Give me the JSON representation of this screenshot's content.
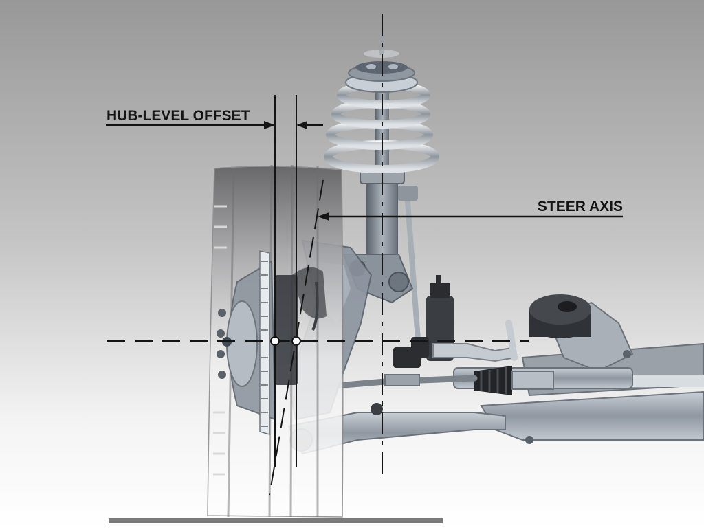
{
  "labels": {
    "hub_offset": "HUB-LEVEL OFFSET",
    "steer_axis": "STEER AXIS"
  },
  "colors": {
    "background_top": "#9a9a9a",
    "background_bottom": "#ffffff",
    "line": "#141414",
    "ground": "#7a7a7a",
    "tire": "#e6e6e6",
    "metal": "#8a929c",
    "dark_metal": "#3a3d42"
  },
  "components": {
    "wheel": "tire-and-wheel",
    "brake": "brake-rotor",
    "strut": "strut-with-coil-spring",
    "knuckle": "steering-knuckle",
    "control_arm": "lower-control-arm",
    "rack": "steering-rack",
    "subframe": "subframe"
  }
}
